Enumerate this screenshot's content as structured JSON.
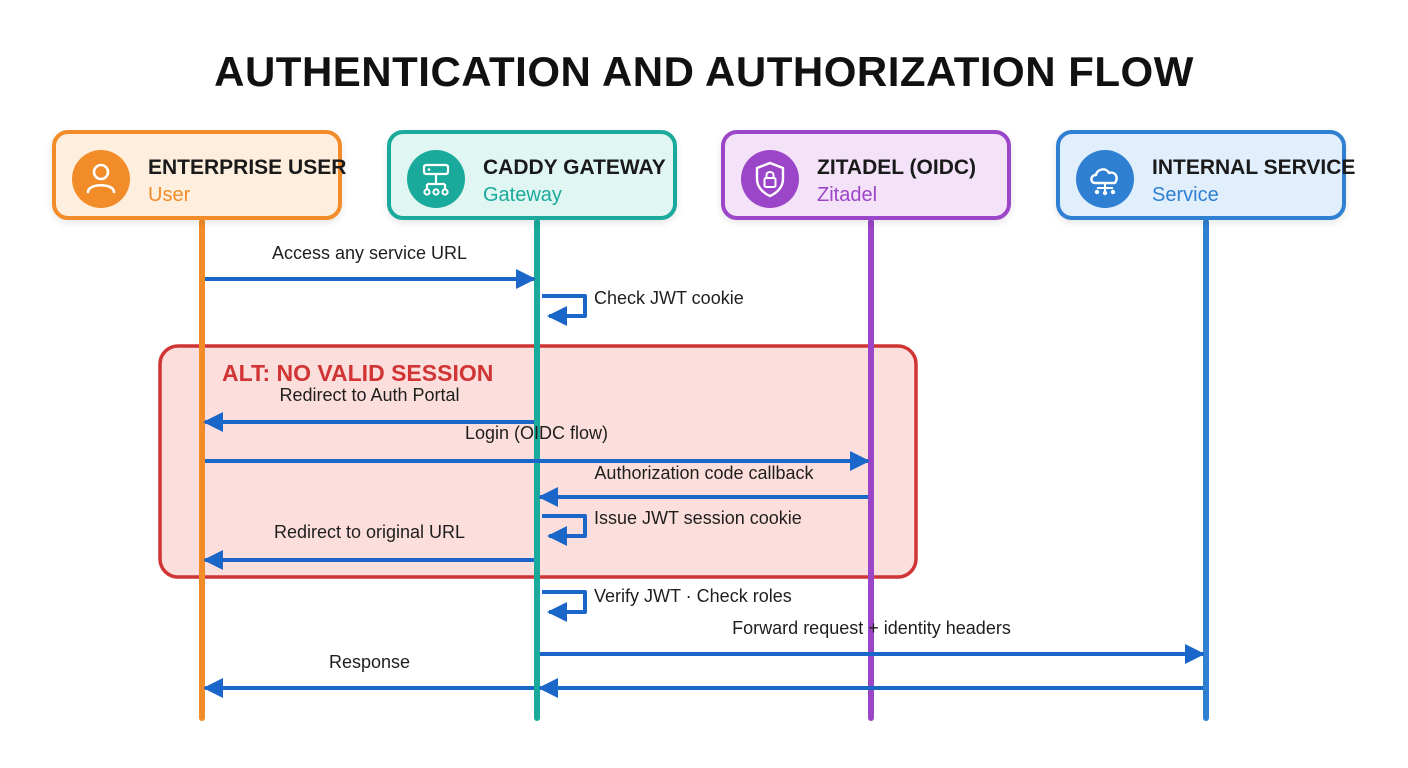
{
  "title": "AUTHENTICATION AND AUTHORIZATION FLOW",
  "colors": {
    "arrow": "#1b66c9",
    "alt_border": "#d03434",
    "alt_fill": "#fbd9d6"
  },
  "participants": [
    {
      "id": "user",
      "name": "ENTERPRISE USER",
      "role": "User",
      "icon": "user-icon",
      "color": "#f28c28",
      "fill": "#fdeede"
    },
    {
      "id": "gateway",
      "name": "CADDY GATEWAY",
      "role": "Gateway",
      "icon": "network-gateway-icon",
      "color": "#1aaa9b",
      "fill": "#dff6f2"
    },
    {
      "id": "zitadel",
      "name": "ZITADEL (OIDC)",
      "role": "Zitadel",
      "icon": "shield-lock-icon",
      "color": "#9b45c8",
      "fill": "#f3e2f8"
    },
    {
      "id": "service",
      "name": "INTERNAL SERVICE",
      "role": "Service",
      "icon": "cloud-network-icon",
      "color": "#2f7fd3",
      "fill": "#e1eefb"
    }
  ],
  "alt": {
    "label": "ALT: NO VALID SESSION"
  },
  "messages": [
    {
      "id": "access-service",
      "from": "user",
      "to": "gateway",
      "text": "Access any service URL"
    },
    {
      "id": "check-jwt",
      "from": "gateway",
      "to": "gateway",
      "text": "Check JWT cookie"
    },
    {
      "id": "redirect-auth",
      "from": "gateway",
      "to": "user",
      "text": "Redirect to Auth Portal"
    },
    {
      "id": "login-oidc",
      "from": "user",
      "to": "zitadel",
      "text": "Login (OIDC flow)"
    },
    {
      "id": "auth-code-callback",
      "from": "zitadel",
      "to": "gateway",
      "text": "Authorization code callback"
    },
    {
      "id": "issue-jwt",
      "from": "gateway",
      "to": "gateway",
      "text": "Issue JWT session cookie"
    },
    {
      "id": "redirect-original",
      "from": "gateway",
      "to": "user",
      "text": "Redirect to original URL"
    },
    {
      "id": "verify-jwt",
      "from": "gateway",
      "to": "gateway",
      "text": "Verify JWT · Check roles"
    },
    {
      "id": "forward-request",
      "from": "gateway",
      "to": "service",
      "text": "Forward request + identity headers"
    },
    {
      "id": "service-response",
      "from": "service",
      "to": "gateway",
      "text": ""
    },
    {
      "id": "response",
      "from": "gateway",
      "to": "user",
      "text": "Response"
    }
  ]
}
